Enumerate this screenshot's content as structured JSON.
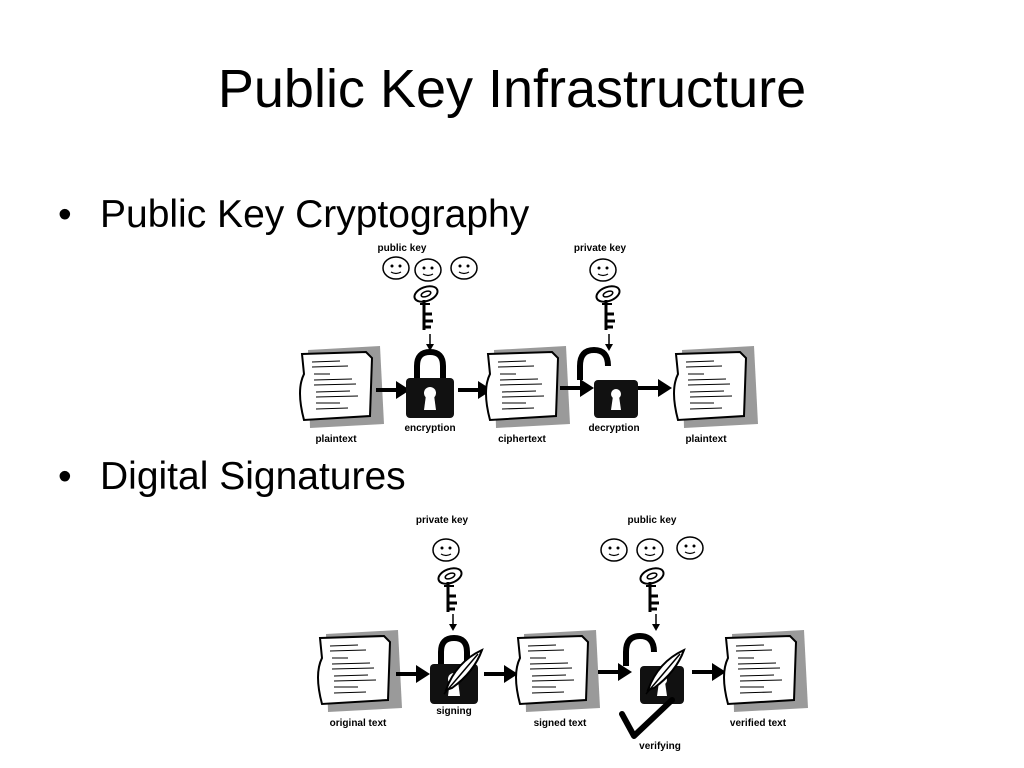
{
  "slide": {
    "title": "Public Key Infrastructure",
    "bullets": [
      {
        "marker": "•",
        "text": "Public Key Cryptography"
      },
      {
        "marker": "•",
        "text": "Digital Signatures"
      }
    ]
  },
  "diagram_encryption": {
    "top_labels": [
      "public key",
      "private key"
    ],
    "bottom_labels": [
      "plaintext",
      "encryption",
      "ciphertext",
      "decryption",
      "plaintext"
    ],
    "icons": [
      "face-icon",
      "key-icon",
      "padlock-closed-icon",
      "padlock-open-icon",
      "document-icon",
      "arrow-icon"
    ]
  },
  "diagram_signature": {
    "top_labels": [
      "private key",
      "public key"
    ],
    "bottom_labels": [
      "original text",
      "signing",
      "signed text",
      "verified text"
    ],
    "extra_label": "verifying",
    "icons": [
      "face-icon",
      "key-icon",
      "padlock-quill-icon",
      "document-icon",
      "checkmark-icon",
      "arrow-icon"
    ]
  }
}
